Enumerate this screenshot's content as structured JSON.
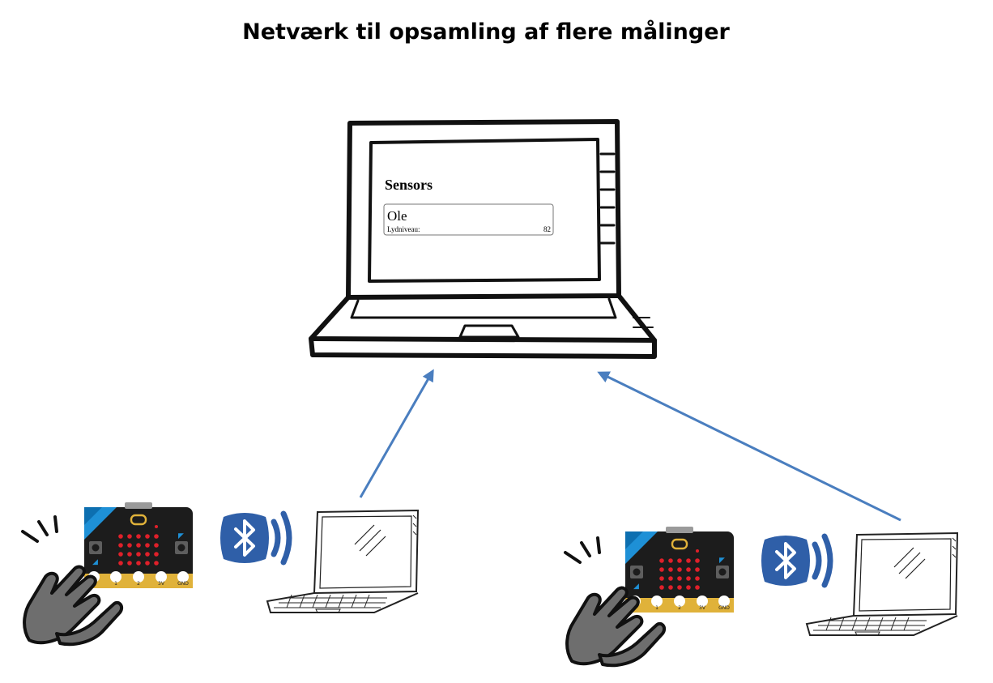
{
  "title": "Netværk til opsamling af flere målinger",
  "main_screen": {
    "heading": "Sensors",
    "sensor_card": {
      "name": "Ole",
      "metric_label": "Lydniveau:",
      "metric_value": "82"
    }
  },
  "microbit_pins": [
    "0",
    "1",
    "2",
    "3V",
    "GND"
  ],
  "colors": {
    "arrow": "#4a7ebf",
    "bluetooth": "#2f5fa8",
    "led": "#e0202a",
    "board": "#1c1c1c",
    "board_accent": "#1e90d6",
    "pin_gold": "#e0b23a",
    "hand": "#6e6e6e"
  },
  "icons": [
    "laptop-icon",
    "microbit-icon",
    "clapping-hands-icon",
    "bluetooth-icon",
    "signal-waves-icon",
    "arrow-icon"
  ]
}
